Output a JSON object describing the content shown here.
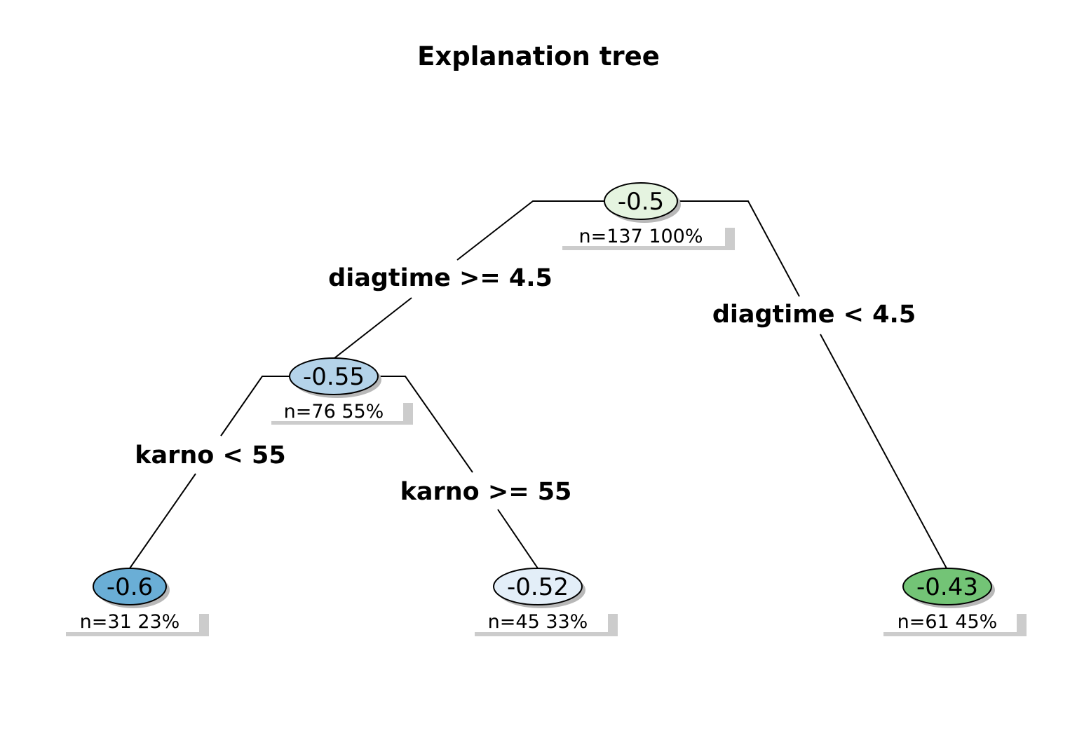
{
  "title": "Explanation tree",
  "nodes": {
    "root": {
      "value": "-0.5",
      "info": "n=137  100%",
      "color": "#e5f4e0"
    },
    "left": {
      "value": "-0.55",
      "info": "n=76  55%",
      "color": "#b4d3e9"
    },
    "ll": {
      "value": "-0.6",
      "info": "n=31  23%",
      "color": "#6aaed6"
    },
    "lr": {
      "value": "-0.52",
      "info": "n=45  33%",
      "color": "#e3eef8"
    },
    "right": {
      "value": "-0.43",
      "info": "n=61  45%",
      "color": "#73c476"
    }
  },
  "splits": {
    "root_left": "diagtime >= 4.5",
    "root_right": "diagtime < 4.5",
    "left_left": "karno < 55",
    "left_right": "karno >= 55"
  }
}
